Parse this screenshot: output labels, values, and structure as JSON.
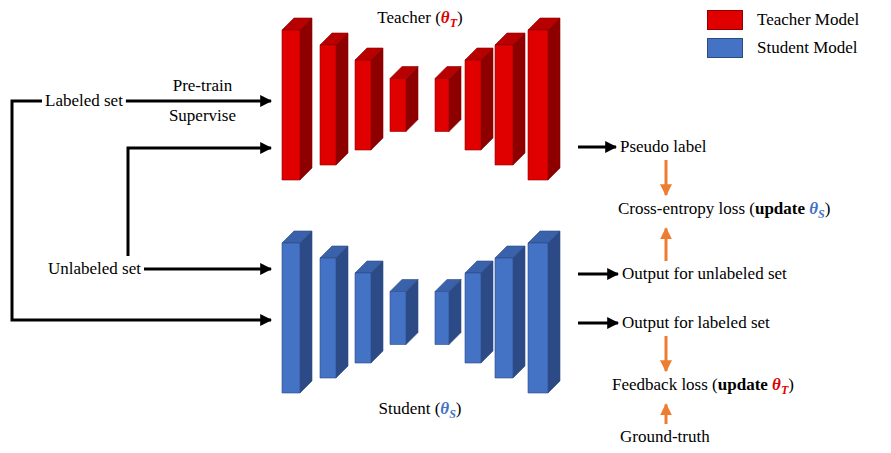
{
  "diagram": {
    "nodes": [
      {
        "text": [
          "Labeled set"
        ]
      },
      {
        "text": [
          "Teacher (θT)"
        ]
      },
      {
        "text": [
          "Pseudo label"
        ]
      },
      {
        "text": [
          "Cross-entropy loss (update θS)"
        ]
      },
      {
        "text": [
          "Unlabeled set"
        ]
      },
      {
        "text": [
          "Output for unlabeled set"
        ]
      },
      {
        "text": [
          "Student (θS)"
        ]
      },
      {
        "text": [
          "Output for labeled set"
        ]
      },
      {
        "text": [
          "Feedback loss (update θT)"
        ]
      },
      {
        "text": [
          "Ground-truth"
        ]
      }
    ],
    "edges": [
      {
        "from": 0,
        "to": 1,
        "label": "Pre-train Supervise",
        "arrow": "to"
      },
      {
        "from": 4,
        "to": 1,
        "arrow": "to"
      },
      {
        "from": 4,
        "to": 6,
        "arrow": "to"
      },
      {
        "from": 0,
        "to": 6,
        "arrow": "to"
      },
      {
        "from": 1,
        "to": 2,
        "arrow": "to"
      },
      {
        "from": 6,
        "to": 5,
        "arrow": "to"
      },
      {
        "from": 6,
        "to": 7,
        "arrow": "to"
      },
      {
        "from": 2,
        "to": 3,
        "arrow": "to"
      },
      {
        "from": 5,
        "to": 3,
        "arrow": "to"
      },
      {
        "from": 7,
        "to": 8,
        "arrow": "to"
      },
      {
        "from": 9,
        "to": 8,
        "arrow": "to"
      }
    ],
    "legend": [
      {
        "text": "Teacher Model",
        "color": "#E00000"
      },
      {
        "text": "Student Model",
        "color": "#4472C4"
      }
    ]
  }
}
